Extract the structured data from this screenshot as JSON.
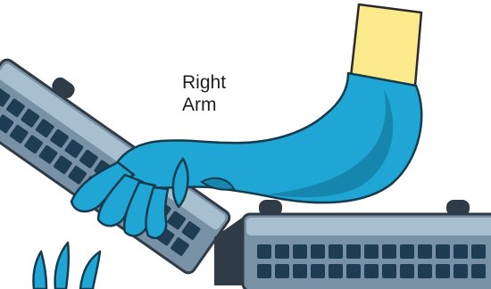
{
  "annotation": {
    "line1": "Right",
    "line2": "Arm"
  },
  "colors": {
    "device_body": "#7891a4",
    "device_top": "#a8bfcf",
    "device_outline": "#2f3c47",
    "key_fill": "#1f3d52",
    "arm_fill": "#1fa6d4",
    "arm_shadow": "#1786ae",
    "arm_outline": "#153b4d",
    "sleeve_fill": "#fbea8c",
    "sleeve_outline": "#2a2a2a"
  },
  "icons": [
    "keyboard-tilted",
    "keyboard-flat",
    "cartoon-arm",
    "sleeve-cuff",
    "hand-fingers",
    "finger-tips"
  ]
}
